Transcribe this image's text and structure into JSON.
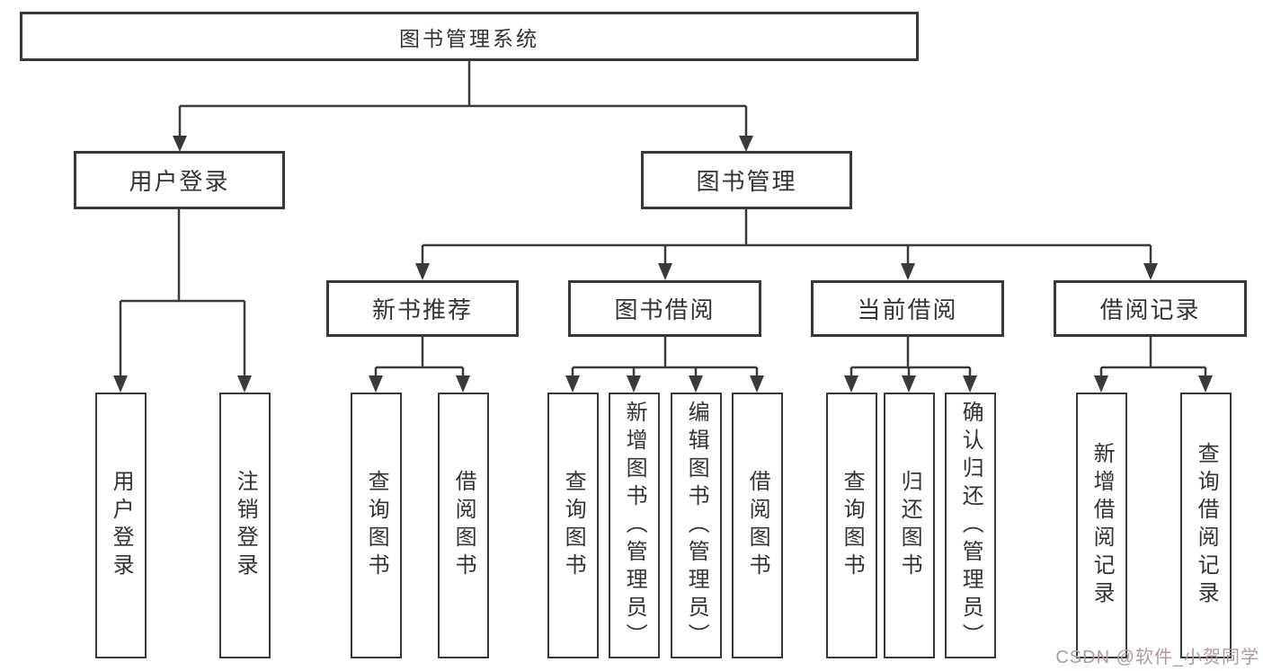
{
  "diagram": {
    "root": "图书管理系统",
    "branches": {
      "user_login": "用户登录",
      "book_mgmt": "图书管理"
    },
    "modules": {
      "new_books": "新书推荐",
      "book_borrow": "图书借阅",
      "current_borrow": "当前借阅",
      "borrow_records": "借阅记录"
    },
    "leaves": {
      "user_login": [
        "用户登录",
        "注销登录"
      ],
      "new_books": [
        "查询图书",
        "借阅图书"
      ],
      "book_borrow": [
        "查询图书",
        "新增图书（管理员）",
        "编辑图书（管理员）",
        "借阅图书"
      ],
      "current_borrow": [
        "查询图书",
        "归还图书",
        "确认归还（管理员）"
      ],
      "borrow_records": [
        "新增借阅记录",
        "查询借阅记录"
      ]
    },
    "watermark": "CSDN @软件_小贺同学",
    "colors": {
      "line": "#3a3a3a",
      "box_border": "#383838",
      "text": "#333333",
      "watermark": "#b4989d",
      "background": "#ffffff"
    }
  }
}
